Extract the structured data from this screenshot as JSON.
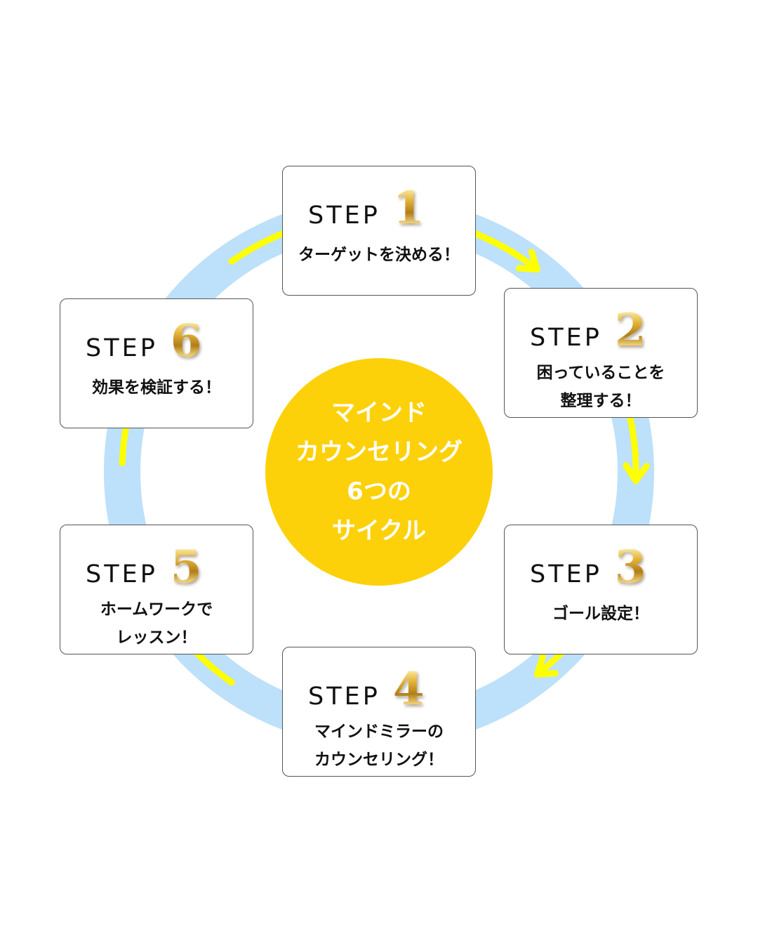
{
  "center": {
    "lines": [
      "マインド",
      "カウンセリング",
      "6つの",
      "サイクル"
    ]
  },
  "colors": {
    "ring": "#bde0fb",
    "arrow": "#ffff00",
    "center_circle": "#fdd10a",
    "center_text": "#ffffff",
    "box_border": "#555555"
  },
  "steps": [
    {
      "word": "STEP",
      "number": "1",
      "desc": [
        "ターゲットを決める！"
      ]
    },
    {
      "word": "STEP",
      "number": "2",
      "desc": [
        "困っていることを",
        "整理する！"
      ]
    },
    {
      "word": "STEP",
      "number": "3",
      "desc": [
        "ゴール設定！"
      ]
    },
    {
      "word": "STEP",
      "number": "4",
      "desc": [
        "マインドミラーの",
        "カウンセリング！"
      ]
    },
    {
      "word": "STEP",
      "number": "5",
      "desc": [
        "ホームワークで",
        "レッスン！"
      ]
    },
    {
      "word": "STEP",
      "number": "6",
      "desc": [
        "効果を検証する！"
      ]
    }
  ],
  "cycle_direction": "clockwise"
}
